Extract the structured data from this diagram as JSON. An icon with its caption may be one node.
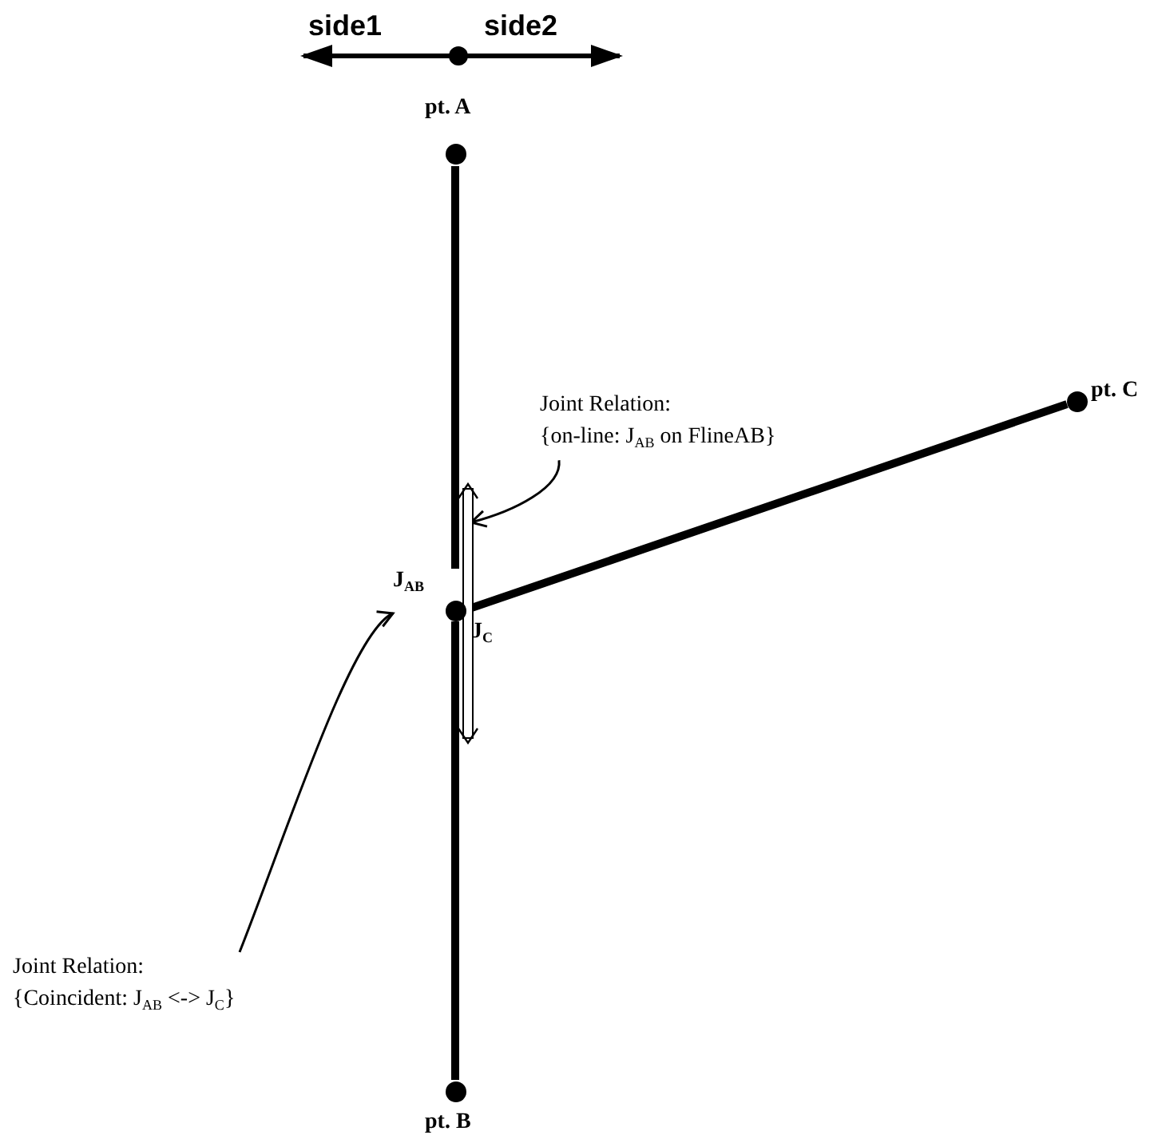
{
  "diagram": {
    "nodes": [
      {
        "text": [
          "pt. A"
        ]
      },
      {
        "text": [
          "pt. B"
        ]
      },
      {
        "text": [
          "pt. C"
        ]
      },
      {
        "text": [
          "J$_{AB}$"
        ]
      },
      {
        "text": [
          "J$_{C}$"
        ]
      },
      {
        "text": [
          "Joint Relation:",
          "{on-line: J$_{AB}$ on FlineAB}"
        ]
      },
      {
        "text": [
          "Joint Relation:",
          "{Coincident: J$_{AB}$ <-> J$_{C}$}"
        ]
      }
    ],
    "edges": [
      {
        "from": 0,
        "to": 3,
        "arrow": "none"
      },
      {
        "from": 3,
        "to": 1,
        "arrow": "none"
      },
      {
        "from": 2,
        "to": 4,
        "arrow": "none"
      },
      {
        "from": 5,
        "to": null,
        "arrow": "to"
      },
      {
        "from": 6,
        "to": 3,
        "arrow": "to"
      }
    ],
    "labels": [
      "side1",
      "side2"
    ]
  }
}
